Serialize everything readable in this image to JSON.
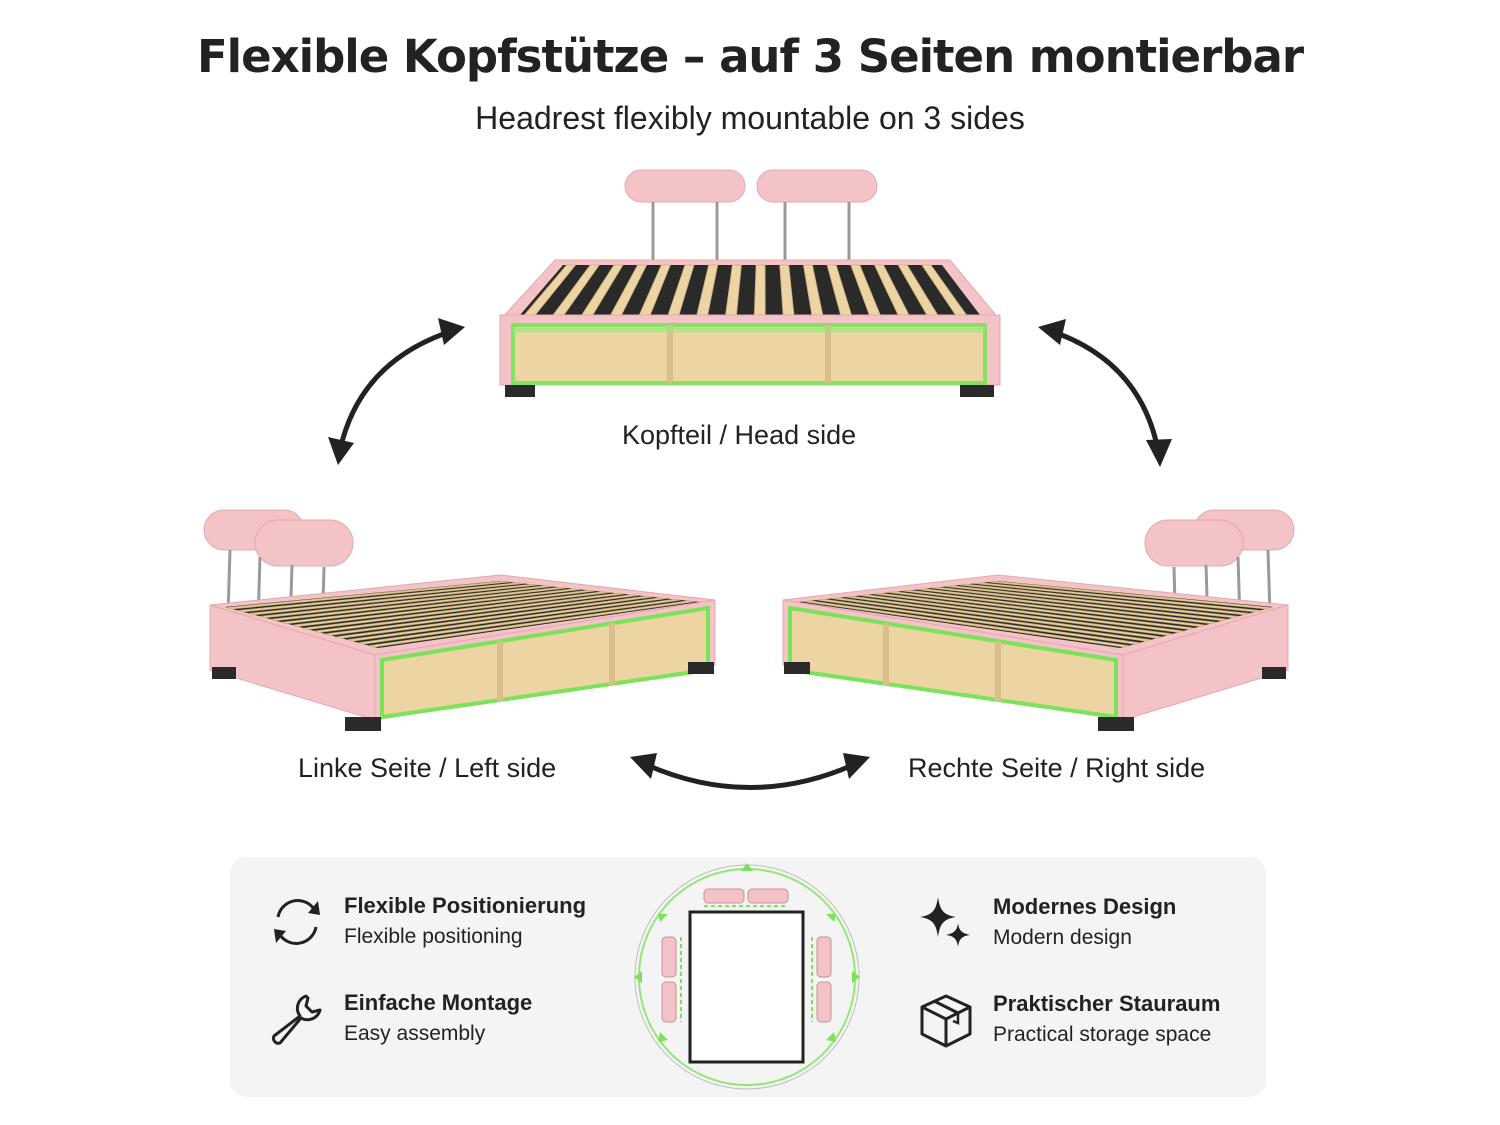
{
  "header": {
    "title": "Flexible Kopfstütze – auf 3 Seiten montierbar",
    "subtitle": "Headrest flexibly mountable on 3 sides"
  },
  "positions": {
    "head": "Kopfteil / Head side",
    "left": "Linke Seite / Left side",
    "right": "Rechte Seite / Right side"
  },
  "features": {
    "flexible": {
      "title": "Flexible Positionierung",
      "subtitle": "Flexible positioning",
      "icon": "rotate-arrows-icon"
    },
    "assembly": {
      "title": "Einfache Montage",
      "subtitle": "Easy assembly",
      "icon": "wrench-icon"
    },
    "design": {
      "title": "Modernes Design",
      "subtitle": "Modern design",
      "icon": "sparkle-icon"
    },
    "storage": {
      "title": "Praktischer Stauraum",
      "subtitle": "Practical storage space",
      "icon": "box-icon"
    }
  },
  "colors": {
    "upholstery": "#f4c3c7",
    "wood": "#ecd4a3",
    "glow": "#7be35a",
    "dark": "#222222"
  }
}
